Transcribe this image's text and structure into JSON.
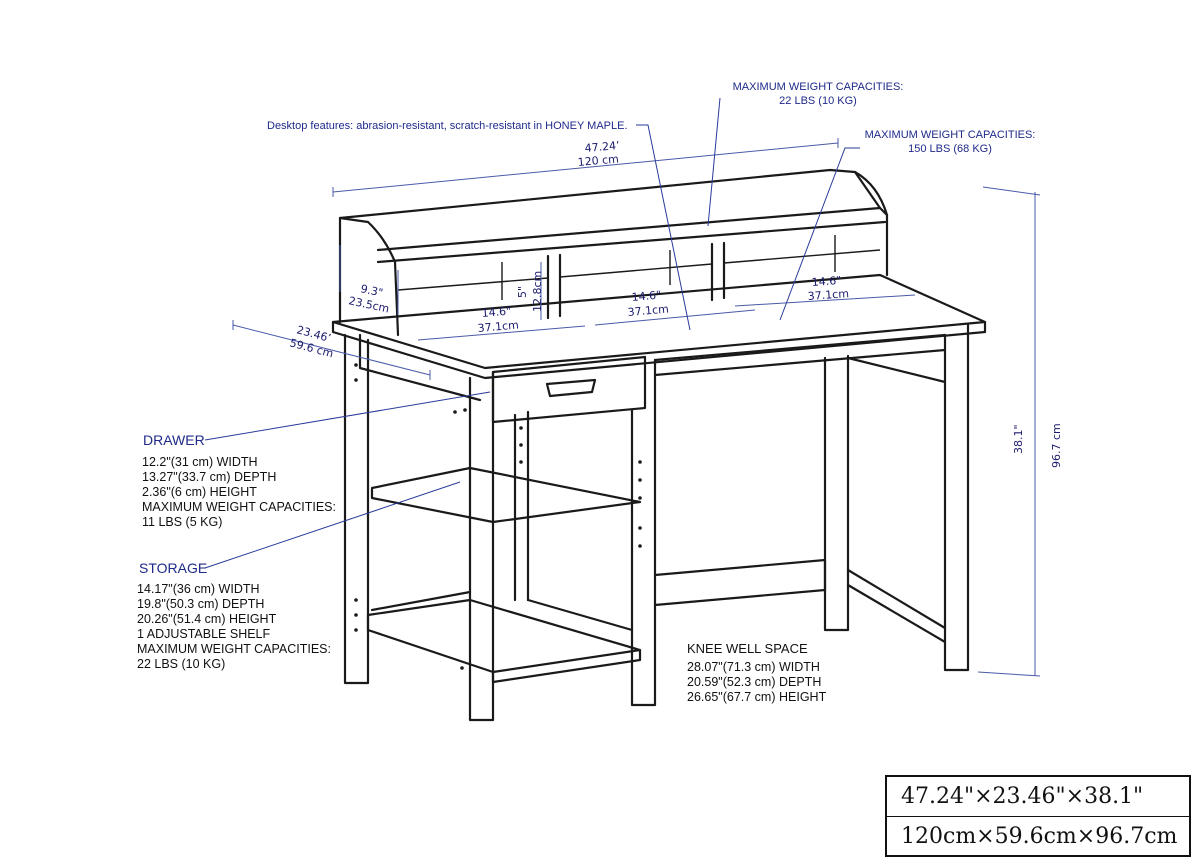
{
  "annotations": {
    "desktop_note": "Desktop features: abrasion-resistant, scratch-resistant in HONEY MAPLE.",
    "hutch_capacity": {
      "title": "MAXIMUM WEIGHT CAPACITIES:",
      "value": "22 LBS (10 KG)"
    },
    "desk_capacity": {
      "title": "MAXIMUM WEIGHT CAPACITIES:",
      "value": "150 LBS (68 KG)"
    }
  },
  "dimensions": {
    "width_in": "47.24’",
    "width_cm": "120  cm",
    "depth_in": "23.46’",
    "depth_cm": "59.6  cm",
    "height_in": "38.1\"",
    "height_cm": "96.7  cm",
    "hutch_side_in": "9.3\"",
    "hutch_side_cm": "23.5cm",
    "cubby_height_in": "5\"",
    "cubby_height_cm": "12.8cm",
    "cubby_left_in": "14.6\"",
    "cubby_left_cm": "37.1cm",
    "cubby_mid_in": "14.6\"",
    "cubby_mid_cm": "37.1cm",
    "cubby_right_in": "14.6\"",
    "cubby_right_cm": "37.1cm"
  },
  "drawer": {
    "heading": "DRAWER",
    "lines": [
      "12.2\"(31 cm) WIDTH",
      "13.27\"(33.7 cm) DEPTH",
      "2.36\"(6 cm) HEIGHT",
      "MAXIMUM WEIGHT CAPACITIES:",
      "11 LBS (5 KG)"
    ]
  },
  "storage": {
    "heading": "STORAGE",
    "lines": [
      "14.17\"(36 cm) WIDTH",
      "19.8\"(50.3 cm) DEPTH",
      "20.26\"(51.4 cm) HEIGHT",
      "1 ADJUSTABLE SHELF",
      "MAXIMUM WEIGHT CAPACITIES:",
      "22 LBS (10 KG)"
    ]
  },
  "knee_well": {
    "heading": "KNEE WELL SPACE",
    "lines": [
      "28.07\"(71.3 cm) WIDTH",
      "20.59\"(52.3 cm) DEPTH",
      "26.65\"(67.7 cm) HEIGHT"
    ]
  },
  "overall_size": {
    "imperial": "47.24\"×23.46\"×38.1\"",
    "metric": "120cm×59.6cm×96.7cm"
  }
}
